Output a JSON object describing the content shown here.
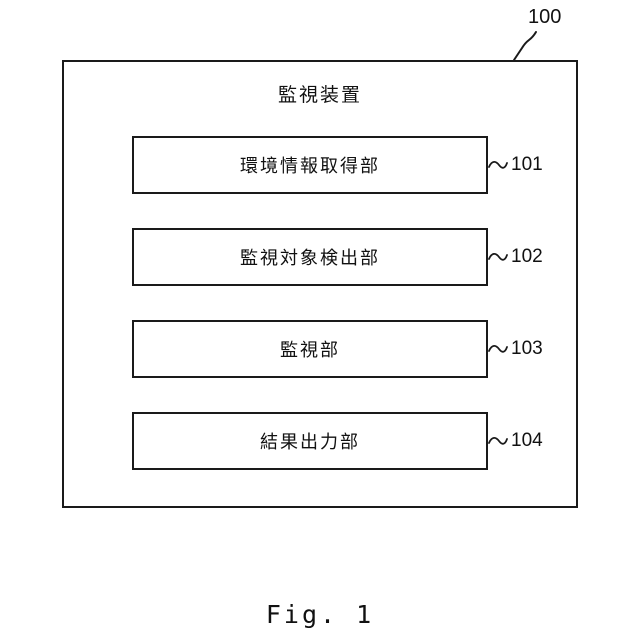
{
  "diagram": {
    "outer_ref": "100",
    "device": {
      "title": "監視装置"
    },
    "blocks": [
      {
        "label": "環境情報取得部",
        "ref": "101"
      },
      {
        "label": "監視対象検出部",
        "ref": "102"
      },
      {
        "label": "監視部",
        "ref": "103"
      },
      {
        "label": "結果出力部",
        "ref": "104"
      }
    ],
    "caption": "Fig. 1"
  }
}
